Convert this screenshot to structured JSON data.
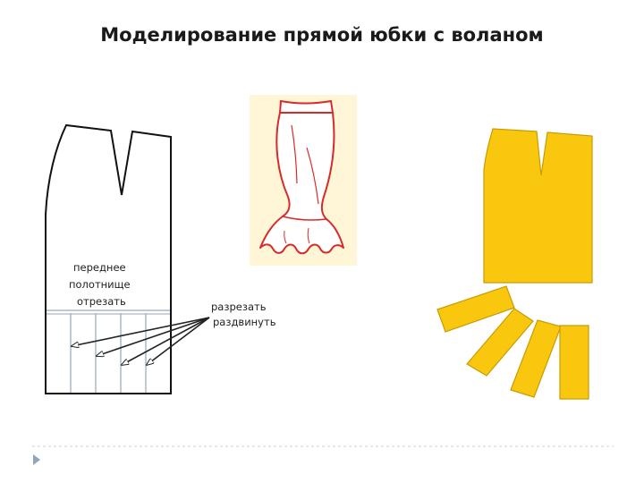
{
  "title": "Моделирование прямой юбки с воланом",
  "left_pattern": {
    "label_front_line1": "переднее",
    "label_front_line2": "полотнище",
    "label_cut_off": "отрезать"
  },
  "annotation": {
    "line1": "разрезать",
    "line2": "раздвинуть"
  },
  "colors": {
    "pattern_fill": "#F9C80E",
    "sketch_bg": "#FEF6D6",
    "sketch_outline": "#D92A2A",
    "grid_lines": "#A9B8C8"
  }
}
